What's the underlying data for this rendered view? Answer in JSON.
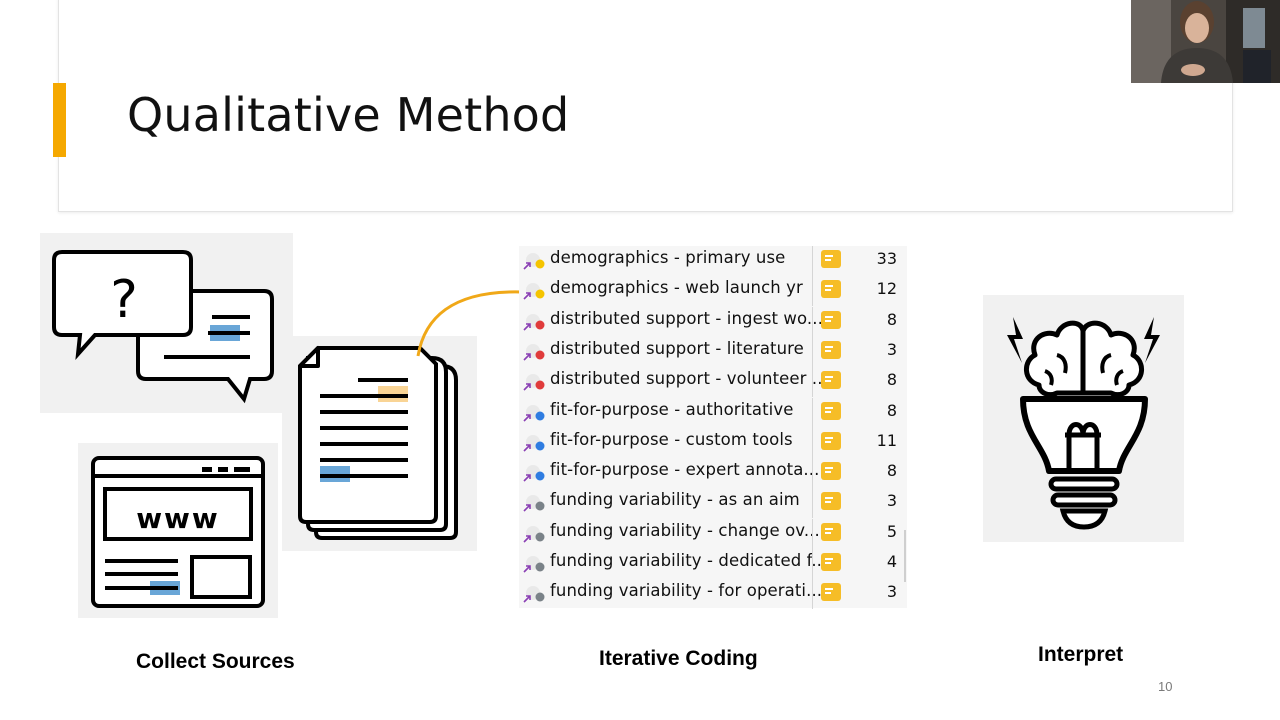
{
  "slide": {
    "title": "Qualitative Method",
    "accent_color": "#f5a800",
    "page_number": "10"
  },
  "sections": {
    "collect_caption": "Collect Sources",
    "coding_caption": "Iterative Coding",
    "interpret_caption": "Interpret"
  },
  "illustrations": {
    "chat": {
      "icon": "speech-bubbles-question-icon",
      "glyph": "?"
    },
    "web": {
      "icon": "web-browser-icon",
      "glyph": "www"
    },
    "docs": {
      "icon": "documents-stack-icon"
    },
    "bulb": {
      "icon": "brain-lightbulb-icon"
    }
  },
  "code_list": {
    "rows": [
      {
        "label": "demographics - primary use",
        "count": "33",
        "color": "#f5c400"
      },
      {
        "label": "demographics - web launch yr",
        "count": "12",
        "color": "#f5c400"
      },
      {
        "label": "distributed support - ingest wo...",
        "count": "8",
        "color": "#e03b3b"
      },
      {
        "label": "distributed support - literature",
        "count": "3",
        "color": "#e03b3b"
      },
      {
        "label": "distributed support - volunteer ...",
        "count": "8",
        "color": "#e03b3b"
      },
      {
        "label": "fit-for-purpose - authoritative",
        "count": "8",
        "color": "#2f7de1"
      },
      {
        "label": "fit-for-purpose - custom tools",
        "count": "11",
        "color": "#2f7de1"
      },
      {
        "label": "fit-for-purpose - expert annota...",
        "count": "8",
        "color": "#2f7de1"
      },
      {
        "label": "funding variability - as an aim",
        "count": "3",
        "color": "#7a8288"
      },
      {
        "label": "funding variability - change ov...",
        "count": "5",
        "color": "#7a8288"
      },
      {
        "label": "funding variability - dedicated f...",
        "count": "4",
        "color": "#7a8288"
      },
      {
        "label": "funding variability - for operati...",
        "count": "3",
        "color": "#7a8288"
      }
    ],
    "memo_color": "#f6bd27",
    "link_icon_color": "#8a3fb4"
  },
  "highlight_colors": {
    "blue": "#4f97d0",
    "orange": "#f7c97a"
  },
  "webcam": {
    "label": "presenter-video"
  }
}
